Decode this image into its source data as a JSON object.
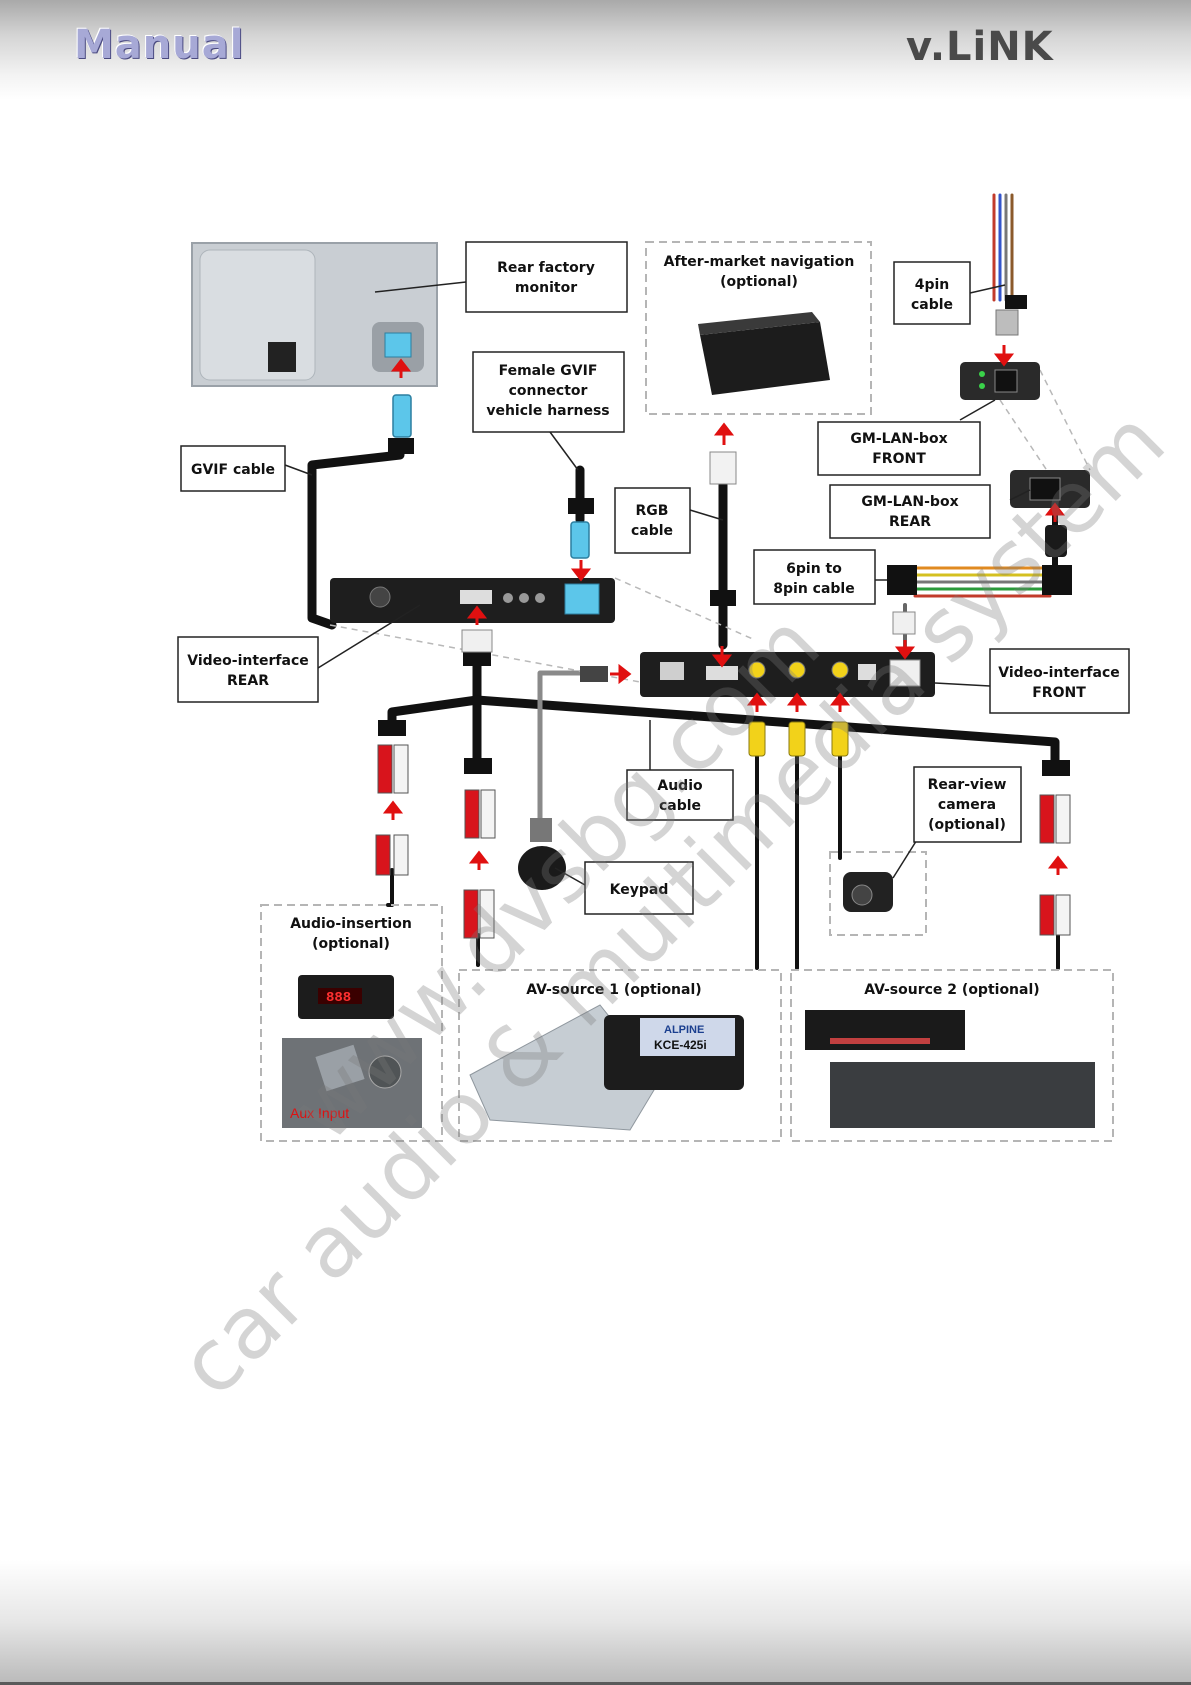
{
  "header": {
    "left_logo": "Manual",
    "right_logo": "v.LiNK"
  },
  "watermark": {
    "line1": "www.dvsbg.com",
    "line2": "car audio & multimedia system"
  },
  "labels": {
    "rear_factory_monitor": [
      "Rear factory",
      "monitor"
    ],
    "after_market_navigation": [
      "After-market navigation",
      "(optional)"
    ],
    "pin4_cable": [
      "4pin",
      "cable"
    ],
    "female_gvif": [
      "Female GVIF",
      "connector",
      "vehicle harness"
    ],
    "gvif_cable": [
      "GVIF cable"
    ],
    "rgb_cable": [
      "RGB",
      "cable"
    ],
    "gm_lan_front": [
      "GM-LAN-box",
      "FRONT"
    ],
    "gm_lan_rear": [
      "GM-LAN-box",
      "REAR"
    ],
    "pin6_to_8pin": [
      "6pin to",
      "8pin cable"
    ],
    "video_interface_rear": [
      "Video-interface",
      "REAR"
    ],
    "video_interface_front": [
      "Video-interface",
      "FRONT"
    ],
    "audio_cable": [
      "Audio",
      "cable"
    ],
    "rear_view_camera": [
      "Rear-view",
      "camera",
      "(optional)"
    ],
    "keypad": [
      "Keypad"
    ],
    "audio_insertion": [
      "Audio-insertion",
      "(optional)"
    ],
    "av_source_1": [
      "AV-source 1 (optional)"
    ],
    "av_source_2": [
      "AV-source 2 (optional)"
    ],
    "aux_input": [
      "Aux Input"
    ],
    "kce_label": [
      "KCE-425i"
    ],
    "alpine_label": [
      "ALPINE"
    ],
    "display_888": [
      "888"
    ]
  },
  "colors": {
    "cable": "#111111",
    "arrow": "#e01010",
    "gvif_blue": "#5cc6ea",
    "rca_yellow": "#f2d21a",
    "rca_red": "#d8141c",
    "box_border": "#222222",
    "dashed": "#b5b5b5"
  }
}
